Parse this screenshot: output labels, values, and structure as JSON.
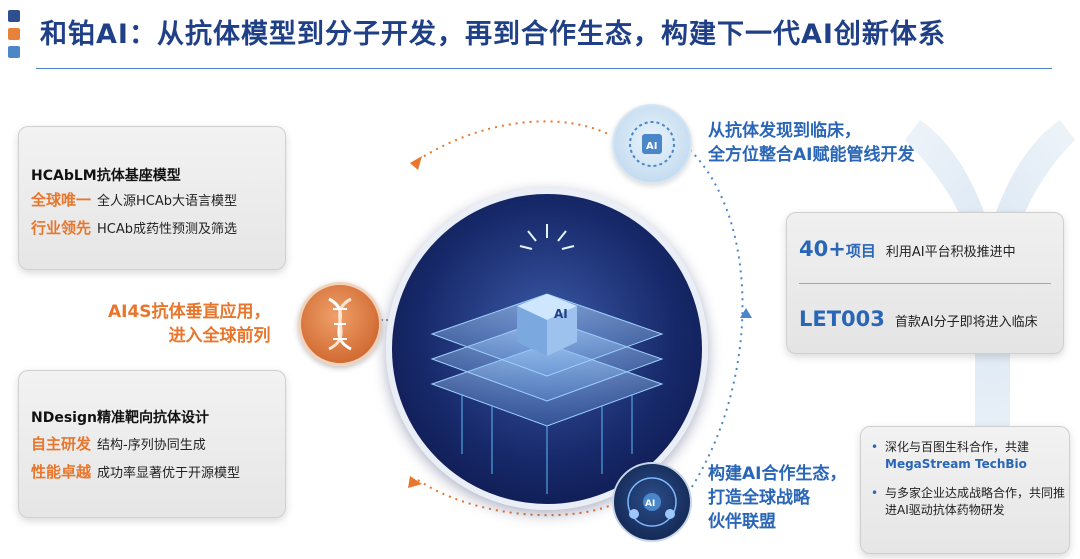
{
  "header": {
    "title": "和铂AI：从抗体模型到分子开发，再到合作生态，构建下一代AI创新体系"
  },
  "left_top_card": {
    "heading": "HCAbLM抗体基座模型",
    "rows": [
      {
        "highlight": "全球唯一",
        "text": "全人源HCAb大语言模型"
      },
      {
        "highlight": "行业领先",
        "text": "HCAb成药性预测及筛选"
      }
    ]
  },
  "left_bottom_card": {
    "heading": "NDesign精准靶向抗体设计",
    "rows": [
      {
        "highlight": "自主研发",
        "text": "结构-序列协同生成"
      },
      {
        "highlight": "性能卓越",
        "text": "成功率显著优于开源模型"
      }
    ]
  },
  "left_middle": {
    "line1": "AI4S抗体垂直应用，",
    "line2": "进入全球前列"
  },
  "right_top": {
    "line1": "从抗体发现到临床，",
    "line2": "全方位整合AI赋能管线开发"
  },
  "right_card": {
    "rows": [
      {
        "big": "40+",
        "unit": "项目",
        "text": "利用AI平台积极推进中"
      },
      {
        "big": "LET003",
        "unit": "",
        "text": "首款AI分子即将进入临床"
      }
    ]
  },
  "right_bottom": {
    "line1": "构建AI合作生态，",
    "line2": "打造全球战略",
    "line3": "伙伴联盟"
  },
  "bottom_card": {
    "b1_text": "深化与百图生科合作，共建",
    "b1_partner": "MegaStream TechBio",
    "b2_text": "与多家企业达成战略合作，共同推进AI驱动抗体药物研发"
  },
  "chip": {
    "label": "AI"
  },
  "icons": {
    "top_icon_label": "AI",
    "bottom_icon_label": "AI"
  },
  "colors": {
    "title_blue": "#1f3f86",
    "accent_blue": "#2a66b8",
    "accent_orange": "#e8762c"
  }
}
